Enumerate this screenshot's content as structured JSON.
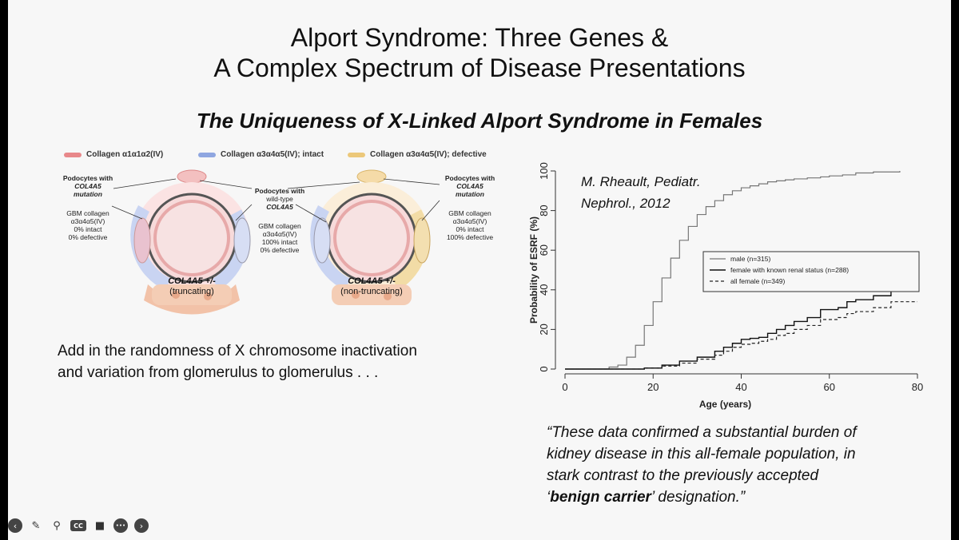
{
  "slide": {
    "title_line1": "Alport Syndrome:  Three Genes &",
    "title_line2": "A Complex Spectrum of Disease Presentations",
    "subtitle": "The Uniqueness of X-Linked Alport Syndrome in Females"
  },
  "diagram": {
    "legend": [
      {
        "label": "Collagen α1α1α2(IV)",
        "color": "#e8888a"
      },
      {
        "label": "Collagen α3α4α5(IV); intact",
        "color": "#8fa6e0"
      },
      {
        "label": "Collagen α3α4α5(IV); defective",
        "color": "#ecc87a"
      }
    ],
    "left_podocyte": {
      "line1": "Podocytes with",
      "line2": "COL4A5",
      "line3": "mutation"
    },
    "left_gbm": {
      "line1": "GBM collagen",
      "line2": "α3α4α5(IV)",
      "line3": "0% intact",
      "line4": "0% defective"
    },
    "center_podocyte": {
      "line1": "Podocytes with",
      "line2": "wild-type",
      "line3": "COL4A5"
    },
    "center_gbm": {
      "line1": "GBM collagen",
      "line2": "α3α4α5(IV)",
      "line3": "100% intact",
      "line4": "0% defective"
    },
    "right_podocyte": {
      "line1": "Podocytes with",
      "line2": "COL4A5",
      "line3": "mutation"
    },
    "right_gbm": {
      "line1": "GBM collagen",
      "line2": "α3α4α5(IV)",
      "line3": "0% intact",
      "line4": "100% defective"
    },
    "geno_left": {
      "line1": "COL4A5 +/-",
      "line2": "(truncating)"
    },
    "geno_right": {
      "line1": "COL4A5 +/-",
      "line2": "(non-truncating)"
    }
  },
  "body": {
    "line1": "Add in the randomness of X chromosome inactivation",
    "line2": "and variation from glomerulus to glomerulus . . ."
  },
  "chart_data": {
    "type": "line",
    "annotation_lines": [
      "M. Rheault, Pediatr.",
      "Nephrol., 2012"
    ],
    "xlabel": "Age (years)",
    "ylabel": "Probability of ESRF (%)",
    "xlim": [
      0,
      80
    ],
    "ylim": [
      0,
      100
    ],
    "xticks": [
      0,
      20,
      40,
      60,
      80
    ],
    "yticks": [
      0,
      20,
      40,
      60,
      80,
      100
    ],
    "legend_position": "center-right",
    "series": [
      {
        "name": "male (n=315)",
        "color": "#777777",
        "dash": "none",
        "width": 1.2,
        "x": [
          0,
          8,
          10,
          12,
          14,
          16,
          18,
          20,
          22,
          24,
          26,
          28,
          30,
          32,
          34,
          36,
          38,
          40,
          42,
          44,
          46,
          48,
          50,
          52,
          55,
          58,
          60,
          63,
          66,
          70,
          76
        ],
        "y": [
          0,
          0,
          1,
          2,
          6,
          12,
          22,
          34,
          46,
          56,
          65,
          72,
          78,
          82,
          85,
          88,
          90,
          91.5,
          92.5,
          93.5,
          94.5,
          95,
          95.5,
          96,
          96.5,
          97,
          97.5,
          98,
          99,
          99.5,
          100
        ]
      },
      {
        "name": "female with known renal status (n=288)",
        "color": "#111111",
        "dash": "none",
        "width": 1.4,
        "x": [
          0,
          10,
          18,
          22,
          26,
          30,
          34,
          36,
          38,
          40,
          42,
          44,
          46,
          48,
          50,
          52,
          55,
          58,
          62,
          64,
          66,
          70,
          74,
          80
        ],
        "y": [
          0,
          0,
          0.5,
          2,
          4,
          6,
          9,
          11,
          13,
          15,
          15.5,
          16,
          18,
          20,
          22,
          24,
          26,
          30,
          31,
          34,
          35,
          37,
          40,
          40
        ]
      },
      {
        "name": "all female (n=349)",
        "color": "#222222",
        "dash": "4,3",
        "width": 1.2,
        "x": [
          0,
          10,
          18,
          22,
          26,
          30,
          34,
          36,
          38,
          40,
          42,
          44,
          46,
          48,
          50,
          52,
          55,
          58,
          62,
          64,
          66,
          70,
          74,
          80
        ],
        "y": [
          0,
          0,
          0.5,
          1.5,
          3,
          5,
          7,
          9,
          11,
          12.5,
          13,
          14,
          15,
          17,
          18,
          20,
          22,
          25,
          26,
          28,
          29,
          31,
          34,
          34
        ]
      }
    ]
  },
  "quote": {
    "line1": "“These data confirmed a substantial burden of",
    "line2": "kidney disease in this all-female population, in",
    "line3": "stark contrast to the previously accepted",
    "line4a": "‘",
    "line4b": "benign carrier",
    "line4c": "’ designation.”"
  },
  "toolbar": {
    "back": "‹",
    "pen": "✎",
    "zoom": "⚲",
    "cc": "CC",
    "camera": "■",
    "more": "•••",
    "forward": "›"
  }
}
